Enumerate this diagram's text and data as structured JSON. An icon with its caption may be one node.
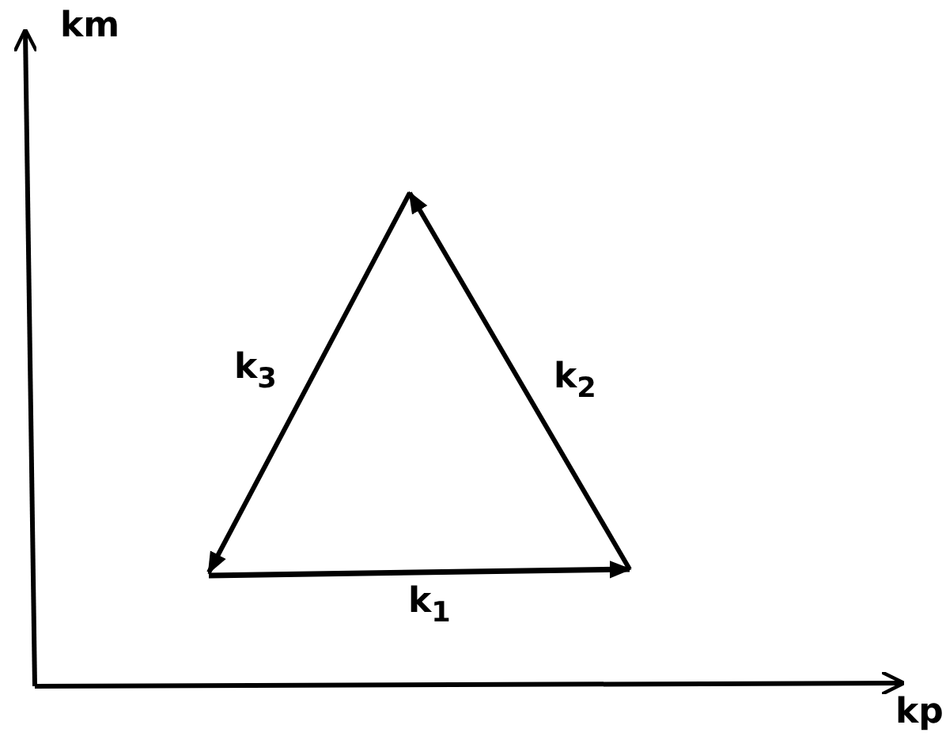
{
  "diagram": {
    "labels": [
      "km",
      "k$_{3}$",
      "k$_{2}$",
      "k$_{1}$",
      "kp"
    ]
  }
}
